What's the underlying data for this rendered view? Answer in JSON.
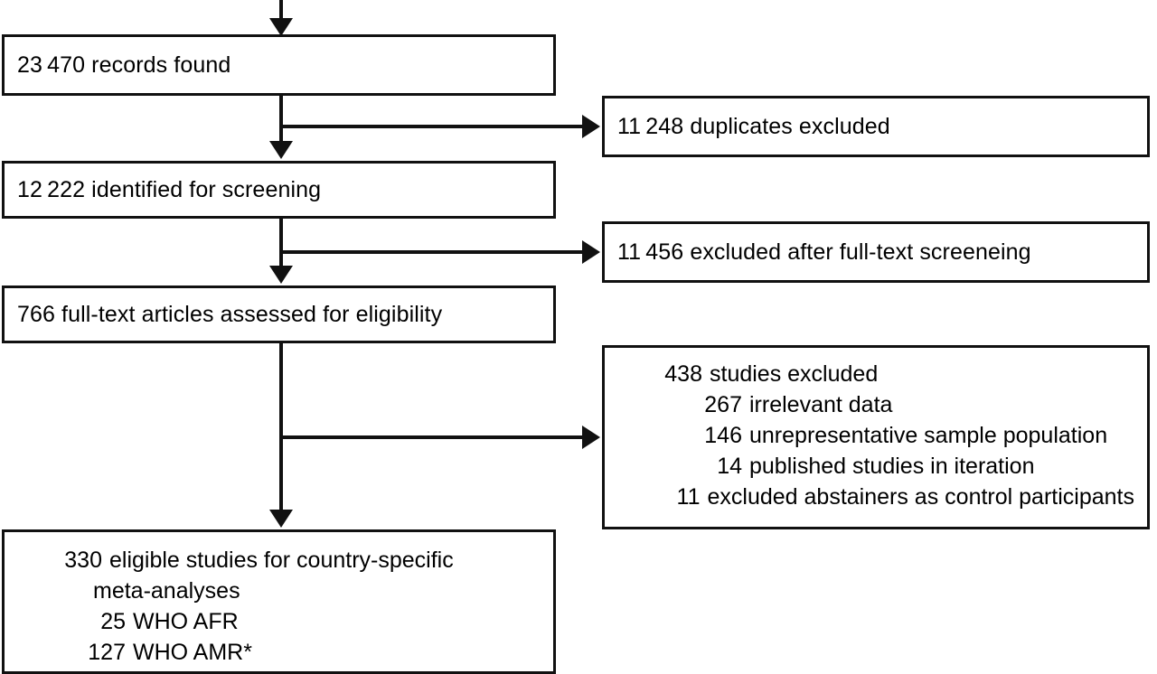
{
  "figure": {
    "type": "prisma-study-selection-flowchart",
    "orientation": "vertical"
  },
  "nodes": {
    "records_found": {
      "text": "23 470 records found"
    },
    "identified_for_screening": {
      "text": "12 222 identified for screening"
    },
    "fulltext_assessed": {
      "text": "766 full-text articles assessed for eligibility"
    },
    "duplicates_excluded": {
      "text": "11 248 duplicates excluded"
    },
    "fulltext_excluded": {
      "text": "11 456 excluded after full-text screeneing"
    },
    "studies_excluded": {
      "heading_num": "438",
      "heading_label": "studies excluded",
      "reasons": [
        {
          "num": "267",
          "label": "irrelevant data"
        },
        {
          "num": "146",
          "label": "unrepresentative sample population"
        },
        {
          "num": "14",
          "label": "published studies in iteration"
        },
        {
          "num": "11",
          "label": "excluded abstainers as control participants"
        }
      ]
    },
    "eligible_studies": {
      "heading_num": "330",
      "heading_label": "eligible studies for country-specific",
      "heading_cont": "meta-analyses",
      "regions": [
        {
          "num": "25",
          "label": "WHO AFR"
        },
        {
          "num": "127",
          "label": "WHO AMR*"
        }
      ]
    }
  },
  "colors": {
    "stroke": "#111111",
    "background": "#ffffff",
    "text": "#000000"
  }
}
